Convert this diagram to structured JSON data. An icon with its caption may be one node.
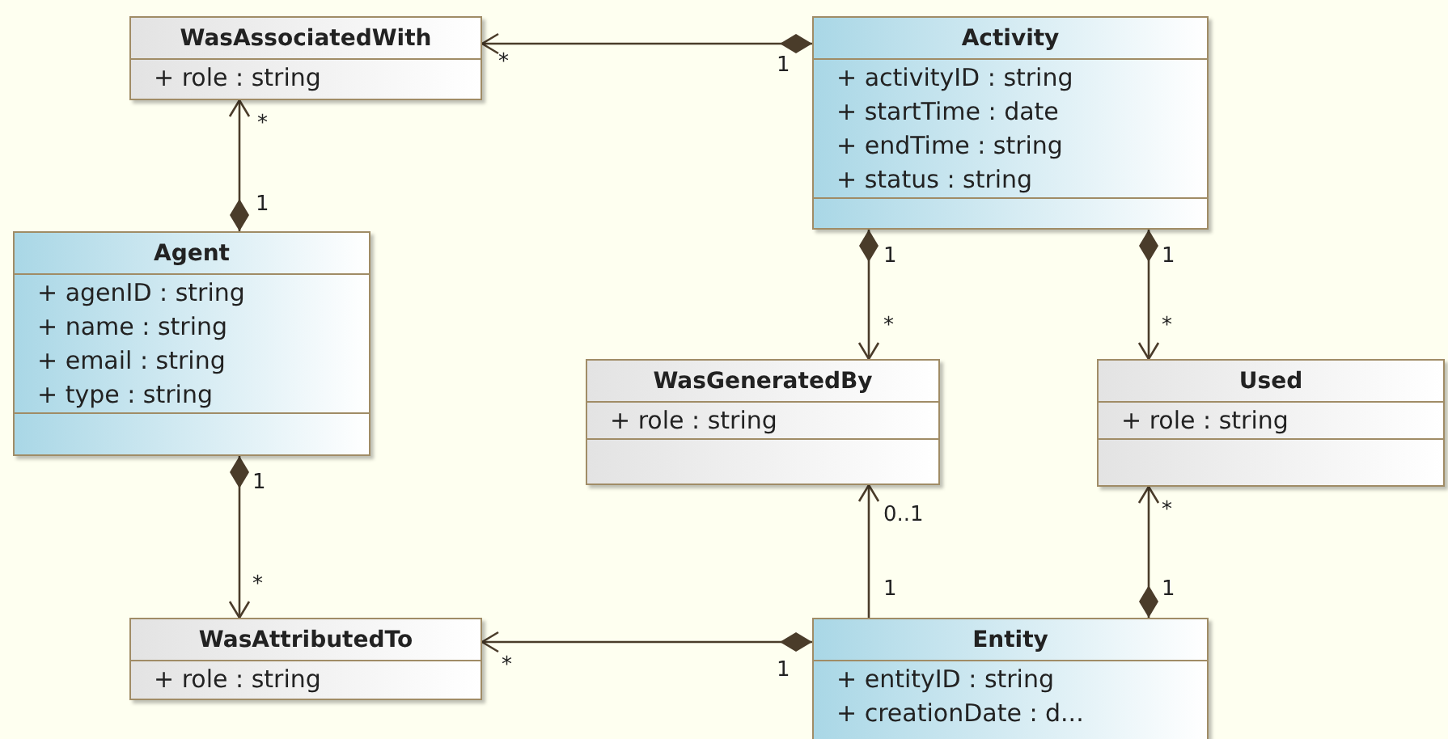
{
  "diagram": {
    "nodes": [
      {
        "text": [
          "WasAssociatedWith",
          "+ role : string"
        ]
      },
      {
        "text": [
          "Activity",
          "+ activityID : string",
          "+ startTime : date",
          "+ endTime : string",
          "+ status : string"
        ]
      },
      {
        "text": [
          "Agent",
          "+ agenID : string",
          "+ name : string",
          "+ email : string",
          "+ type : string"
        ]
      },
      {
        "text": [
          "WasGeneratedBy",
          "+ role : string"
        ]
      },
      {
        "text": [
          "Used",
          "+ role : string"
        ]
      },
      {
        "text": [
          "WasAttributedTo",
          "+ role : string"
        ]
      },
      {
        "text": [
          "Entity",
          "+ entityID : string",
          "+ creationDate : d..."
        ]
      }
    ],
    "edges": [
      {
        "from": 1,
        "to": 0,
        "arrow": "to"
      },
      {
        "from": 2,
        "to": 0,
        "arrow": "to"
      },
      {
        "from": 1,
        "to": 3,
        "arrow": "to"
      },
      {
        "from": 1,
        "to": 4,
        "arrow": "to"
      },
      {
        "from": 2,
        "to": 5,
        "arrow": "to"
      },
      {
        "from": 6,
        "to": 3,
        "arrow": "to"
      },
      {
        "from": 6,
        "to": 4,
        "arrow": "to"
      },
      {
        "from": 6,
        "to": 5,
        "arrow": "to"
      }
    ],
    "labels": [
      "*",
      "1",
      "*",
      "1",
      "1",
      "1",
      "*",
      "*",
      "1",
      "0..1",
      "*",
      "*",
      "1",
      "1",
      "*",
      "1"
    ]
  }
}
